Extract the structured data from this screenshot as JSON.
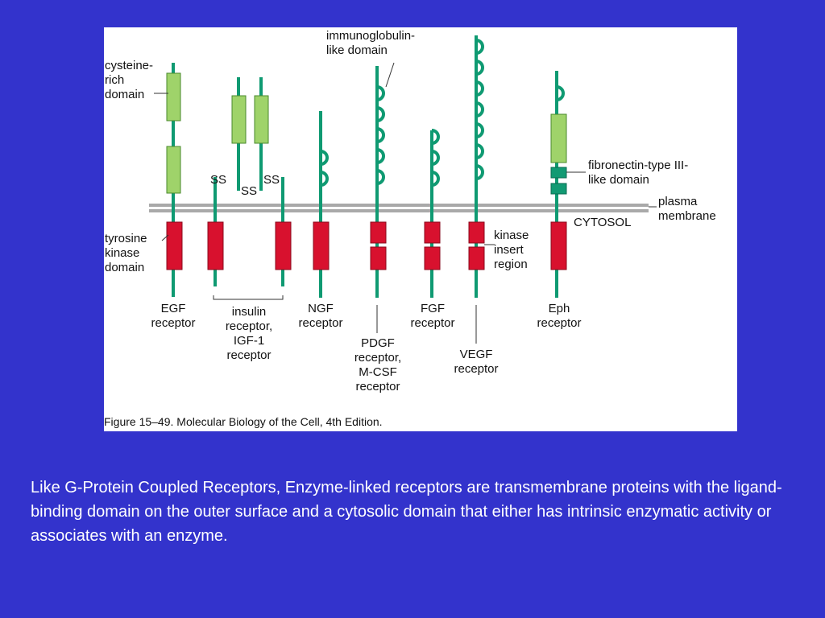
{
  "labels": {
    "cysteine_rich_domain": "cysteine-\nrich\ndomain",
    "tyrosine_kinase_domain": "tyrosine\nkinase\ndomain",
    "immunoglobulin_like_domain": "immunoglobulin-\nlike domain",
    "fibronectin_domain": "fibronectin-type III-\nlike domain",
    "plasma_membrane": "plasma\nmembrane",
    "cytosol": "CYTOSOL",
    "kinase_insert_region": "kinase\ninsert\nregion",
    "ss1": "SS",
    "ss2": "SS",
    "ss3": "SS"
  },
  "receptors": {
    "egf": "EGF\nreceptor",
    "insulin": "insulin\nreceptor,\nIGF-1\nreceptor",
    "ngf": "NGF\nreceptor",
    "pdgf": "PDGF\nreceptor,\nM-CSF\nreceptor",
    "fgf": "FGF\nreceptor",
    "vegf": "VEGF\nreceptor",
    "eph": "Eph\nreceptor"
  },
  "caption": "Figure 15–49. Molecular Biology of the Cell, 4th Edition.",
  "body_text": "Like G-Protein Coupled Receptors, Enzyme-linked receptors are transmembrane proteins with the ligand-binding domain on the outer surface and a cytosolic domain that either has intrinsic enzymatic activity or associates with an enzyme.",
  "colors": {
    "background": "#3333cc",
    "stalk": "#0f9a72",
    "cysteine_domain": "#9fd36a",
    "kinase_domain": "#d8112e",
    "fibronectin_domain": "#129a73",
    "membrane": "#a9a9a9"
  }
}
